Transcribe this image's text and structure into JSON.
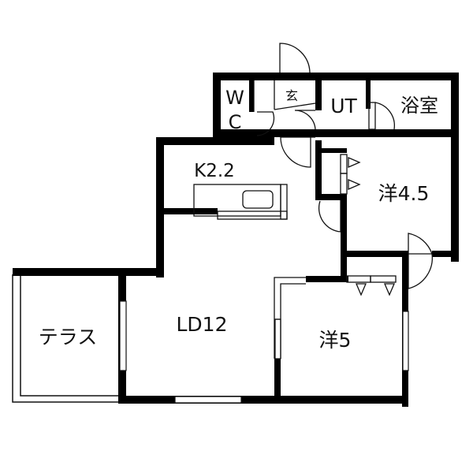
{
  "floorplan": {
    "rooms": [
      {
        "id": "wc",
        "label_line1": "W",
        "label_line2": "C"
      },
      {
        "id": "genkan",
        "label": "玄"
      },
      {
        "id": "ut",
        "label": "UT"
      },
      {
        "id": "bath",
        "label": "浴室"
      },
      {
        "id": "kitchen",
        "label": "K2.2"
      },
      {
        "id": "western1",
        "label": "洋4.5"
      },
      {
        "id": "ld",
        "label": "LD12"
      },
      {
        "id": "western2",
        "label": "洋5"
      },
      {
        "id": "terrace",
        "label": "テラス"
      }
    ],
    "colors": {
      "wall": "#000000",
      "line": "#111111",
      "background": "#ffffff"
    }
  }
}
